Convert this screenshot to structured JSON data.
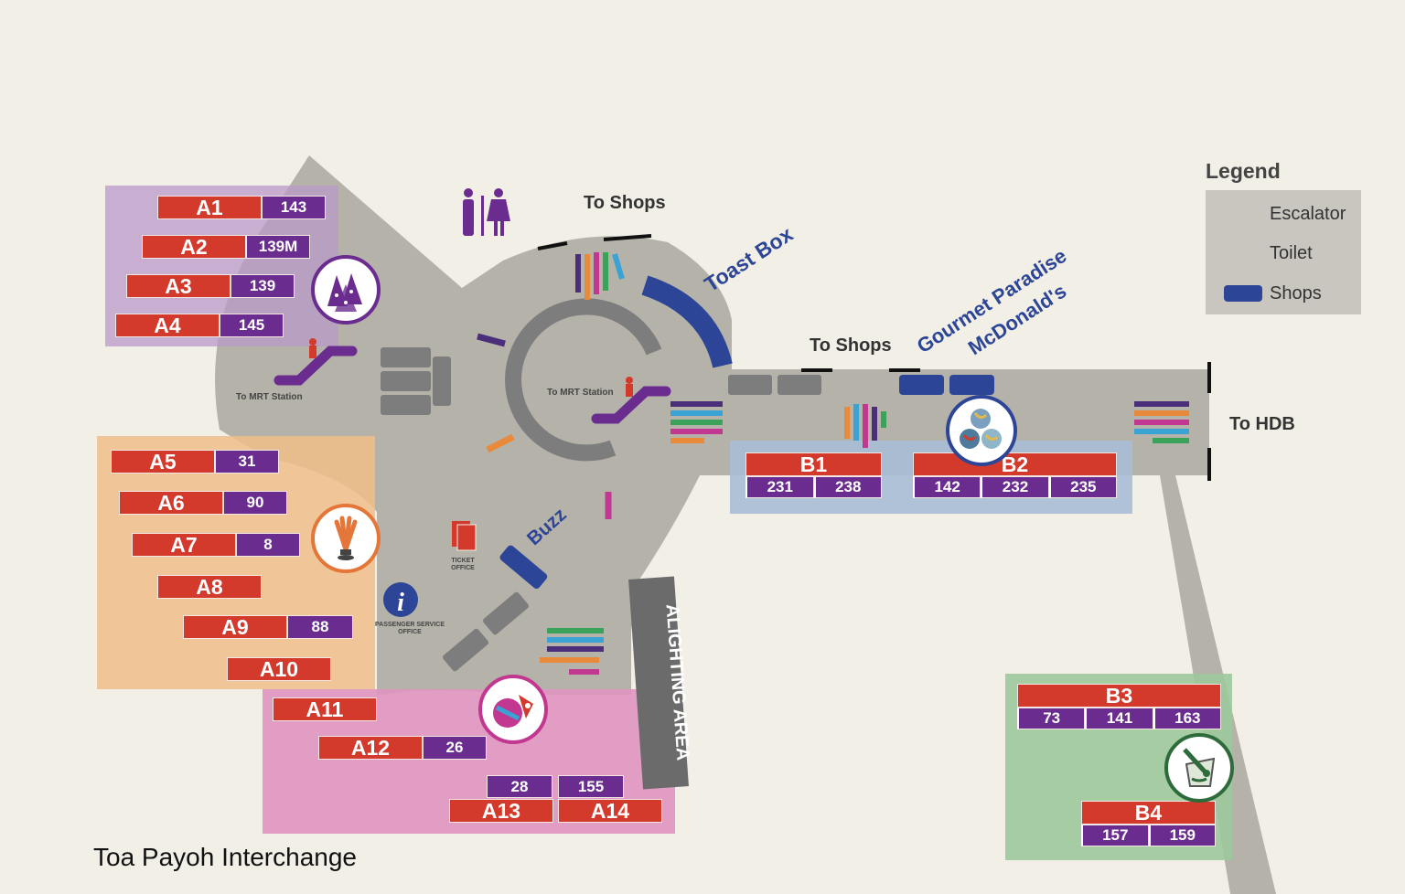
{
  "map_title": "Toa Payoh Interchange",
  "legend": {
    "title": "Legend",
    "items": [
      {
        "icon": "escalator-icon",
        "label": "Escalator"
      },
      {
        "icon": "toilet-icon",
        "label": "Toilet"
      },
      {
        "icon": "shops-icon",
        "label": "Shops"
      }
    ]
  },
  "labels": {
    "to_shops_top": "To Shops",
    "to_shops_mid": "To Shops",
    "to_hdb": "To HDB",
    "to_mrt_left": "To MRT Station",
    "to_mrt_center": "To MRT Station",
    "toast_box": "Toast Box",
    "gourmet_paradise": "Gourmet Paradise",
    "mcdonalds": "McDonald's",
    "buzz": "Buzz",
    "ticket_office": "TICKET OFFICE",
    "passenger_service": "PASSENGER SERVICE OFFICE",
    "alighting_area": "ALIGHTING AREA"
  },
  "berths_a": [
    {
      "code": "A1",
      "routes": [
        "143"
      ]
    },
    {
      "code": "A2",
      "routes": [
        "139M"
      ]
    },
    {
      "code": "A3",
      "routes": [
        "139"
      ]
    },
    {
      "code": "A4",
      "routes": [
        "145"
      ]
    },
    {
      "code": "A5",
      "routes": [
        "31"
      ]
    },
    {
      "code": "A6",
      "routes": [
        "90"
      ]
    },
    {
      "code": "A7",
      "routes": [
        "8"
      ]
    },
    {
      "code": "A8",
      "routes": []
    },
    {
      "code": "A9",
      "routes": [
        "88"
      ]
    },
    {
      "code": "A10",
      "routes": []
    },
    {
      "code": "A11",
      "routes": []
    },
    {
      "code": "A12",
      "routes": [
        "26"
      ]
    },
    {
      "code": "A13",
      "routes": [
        "28"
      ]
    },
    {
      "code": "A14",
      "routes": [
        "155"
      ]
    }
  ],
  "berths_b": [
    {
      "code": "B1",
      "routes": [
        "231",
        "238"
      ]
    },
    {
      "code": "B2",
      "routes": [
        "142",
        "232",
        "235"
      ]
    },
    {
      "code": "B3",
      "routes": [
        "73",
        "141",
        "163"
      ]
    },
    {
      "code": "B4",
      "routes": [
        "157",
        "159"
      ]
    }
  ],
  "colors": {
    "berth_red": "#d33a2c",
    "route_purple": "#6a2d8f",
    "zone_purple": "#b99ac9",
    "zone_orange": "#f0be8a",
    "zone_pink": "#df93c0",
    "zone_blue": "#a9bdd6",
    "zone_green": "#9dc89b",
    "floor_gray": "#b5b3a9",
    "shop_blue": "#2d4597"
  }
}
